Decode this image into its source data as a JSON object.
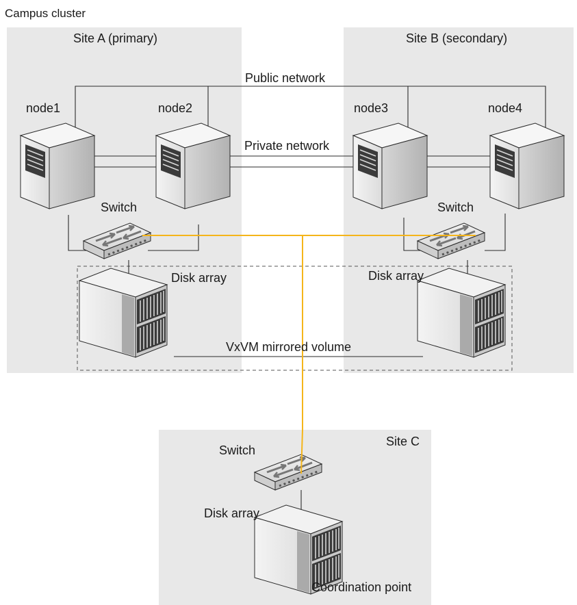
{
  "title": "Campus cluster",
  "sites": {
    "a": "Site A (primary)",
    "b": "Site B (secondary)",
    "c": "Site C"
  },
  "networks": {
    "public": "Public network",
    "private": "Private network"
  },
  "nodes": [
    "node1",
    "node2",
    "node3",
    "node4"
  ],
  "switch_label": "Switch",
  "disk_array_label": "Disk array",
  "mirrored_volume_label": "VxVM mirrored volume",
  "coordination_point_label": "Coordination point",
  "colors": {
    "site_background": "#e8e8e8",
    "fibre_channel": "#f5b51a",
    "server_body": "#eeeeee",
    "server_side": "#c4c4c4",
    "device_dark": "#3a3a3a"
  }
}
